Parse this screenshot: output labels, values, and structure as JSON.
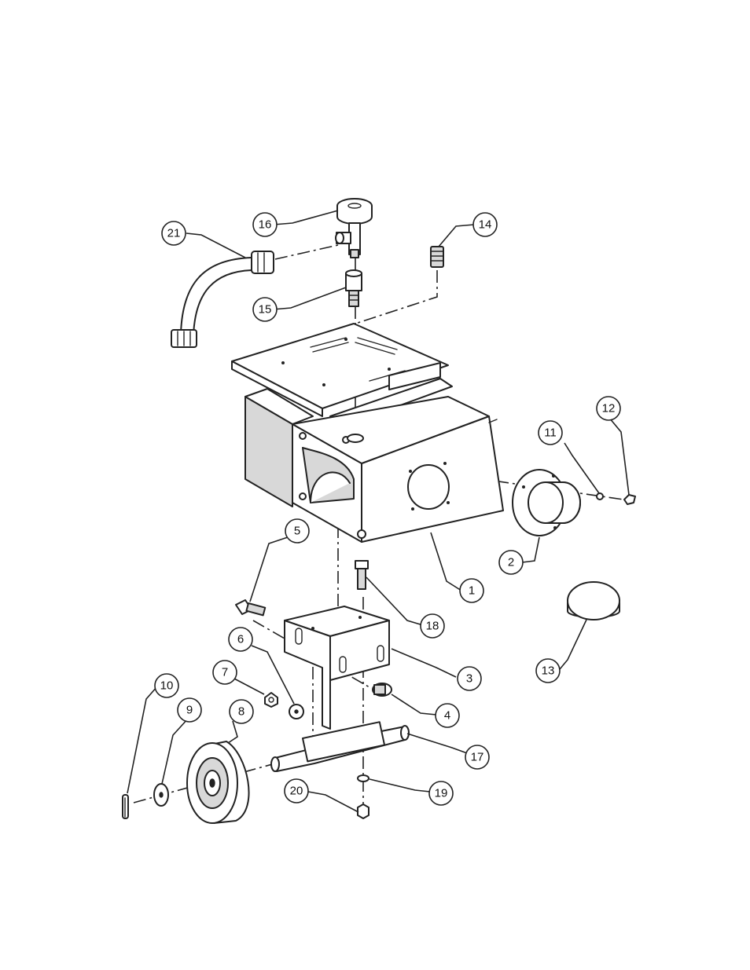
{
  "callouts": [
    {
      "id": "callout-1",
      "label": "1"
    },
    {
      "id": "callout-2",
      "label": "2"
    },
    {
      "id": "callout-3",
      "label": "3"
    },
    {
      "id": "callout-4",
      "label": "4"
    },
    {
      "id": "callout-5",
      "label": "5"
    },
    {
      "id": "callout-6",
      "label": "6"
    },
    {
      "id": "callout-7",
      "label": "7"
    },
    {
      "id": "callout-8",
      "label": "8"
    },
    {
      "id": "callout-9",
      "label": "9"
    },
    {
      "id": "callout-10",
      "label": "10"
    },
    {
      "id": "callout-11",
      "label": "11"
    },
    {
      "id": "callout-12",
      "label": "12"
    },
    {
      "id": "callout-13",
      "label": "13"
    },
    {
      "id": "callout-14",
      "label": "14"
    },
    {
      "id": "callout-15",
      "label": "15"
    },
    {
      "id": "callout-16",
      "label": "16"
    },
    {
      "id": "callout-17",
      "label": "17"
    },
    {
      "id": "callout-18",
      "label": "18"
    },
    {
      "id": "callout-19",
      "label": "19"
    },
    {
      "id": "callout-20",
      "label": "20"
    },
    {
      "id": "callout-21",
      "label": "21"
    }
  ]
}
